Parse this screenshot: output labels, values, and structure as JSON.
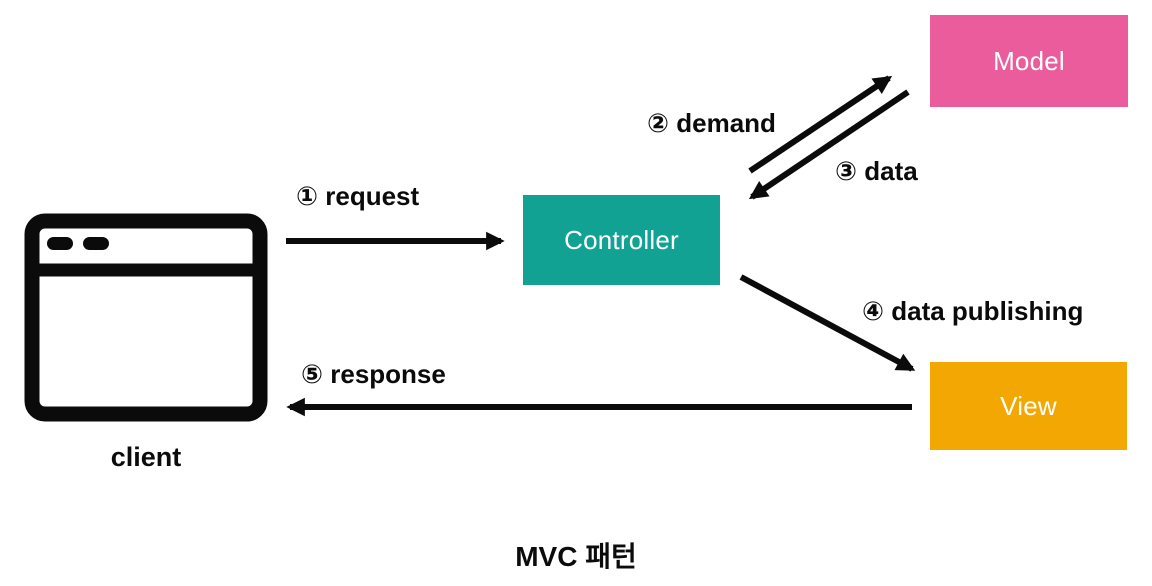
{
  "diagram": {
    "title": "MVC 패턴",
    "background": "#FFFFFF",
    "line_color": "#0B0B0B",
    "nodes": {
      "client": {
        "label": "client",
        "color": "#0B0B0B",
        "text_color": "#0B0B0B",
        "icon": "browser-window-icon"
      },
      "controller": {
        "label": "Controller",
        "color": "#12A294",
        "text_color": "#FFFFFF"
      },
      "model": {
        "label": "Model",
        "color": "#EA5C9C",
        "text_color": "#FFFFFF"
      },
      "view": {
        "label": "View",
        "color": "#F3A703",
        "text_color": "#FFFFFF"
      }
    },
    "edges": [
      {
        "step": "①",
        "label": "① request",
        "from": "client",
        "to": "controller",
        "direction": "right"
      },
      {
        "step": "②",
        "label": "② demand",
        "from": "controller",
        "to": "model",
        "direction": "up-right"
      },
      {
        "step": "③",
        "label": "③ data",
        "from": "model",
        "to": "controller",
        "direction": "down-left"
      },
      {
        "step": "④",
        "label": "④ data publishing",
        "from": "controller",
        "to": "view",
        "direction": "down-right"
      },
      {
        "step": "⑤",
        "label": "⑤ response",
        "from": "view",
        "to": "client",
        "direction": "left"
      }
    ]
  }
}
